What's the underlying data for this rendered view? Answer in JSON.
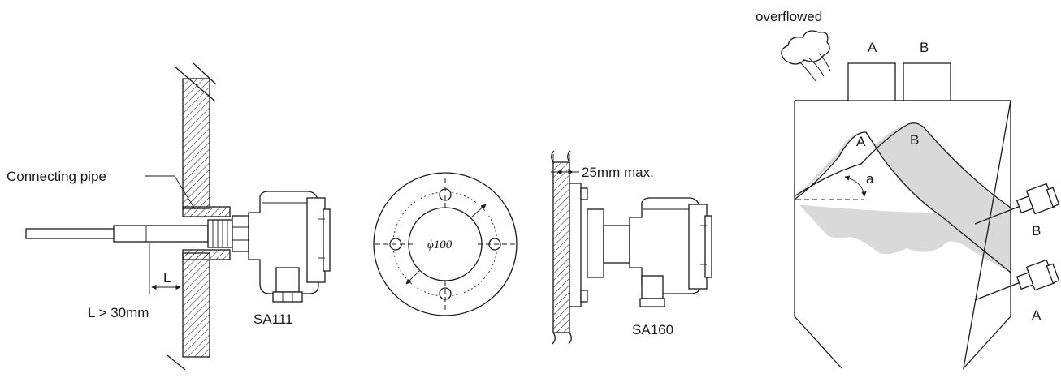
{
  "labels": {
    "connecting_pipe": "Connecting pipe",
    "L_dim": "L",
    "L_condition": "L > 30mm",
    "model_sa111": "SA111",
    "phi": "ϕ100",
    "max_thickness": "25mm max.",
    "model_sa160": "SA160",
    "overflowed": "overflowed",
    "nozzle_a": "A",
    "nozzle_b": "B",
    "peak_a": "A",
    "peak_b": "B",
    "angle": "a",
    "sensor_b": "B",
    "sensor_a": "A"
  },
  "colors": {
    "line": "#1a1a1a",
    "material_fill": "#d9d9d9",
    "background": "#ffffff"
  }
}
